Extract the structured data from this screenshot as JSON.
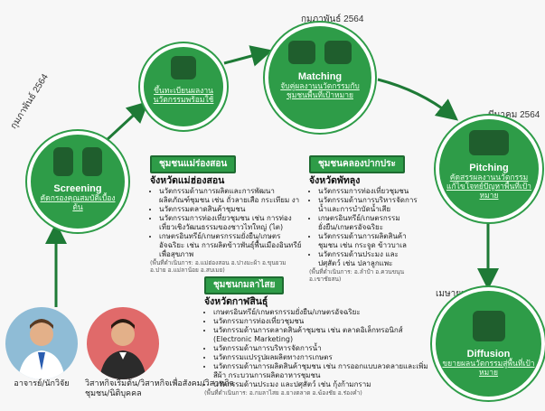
{
  "stages": {
    "matching": {
      "date": "กุมภาพันธ์ 2564",
      "title": "Matching",
      "desc": "จับคู่ผลงานนวัตกรรมกับชุมชนพื้นที่เป้าหมาย"
    },
    "register": {
      "desc": "ขึ้นทะเบียนผลงานนวัตกรรมพร้อมใช้"
    },
    "screening": {
      "date": "กุมภาพันธ์ 2564",
      "title": "Screening",
      "desc": "คัดกรองคุณสมบัติเบื้องต้น"
    },
    "pitching": {
      "date": "มีนาคม 2564",
      "title": "Pitching",
      "desc": "คัดสรรผลงานนวัตกรรมแก้ไขโจทย์ปัญหาพื้นที่เป้าหมาย"
    },
    "diffusion": {
      "date": "เมษายน 2564",
      "title": "Diffusion",
      "desc": "ขยายผลนวัตกรรมสู่พื้นที่เป้าหมาย"
    }
  },
  "community1": {
    "name": "ชุมชนแม่ร่องสอน",
    "province": "จังหวัดแม่ฮ่องสอน",
    "items": [
      "นวัตกรรมด้านการผลิตและการพัฒนาผลิตภัณฑ์ชุมชน เช่น ถั่วลายเสือ กระเทียม งา",
      "นวัตกรรมตลาดสินค้าชุมชน",
      "นวัตกรรมการท่องเที่ยวชุมชน เช่น การท่องเที่ยวเชิงวัฒนธรรมของชาวไทใหญ่ (ไต)",
      "เกษตรอินทรีย์/เกษตรกรรมยั่งยืน/เกษตรอัจฉริยะ เช่น การผลิตข้าวพันธุ์พื้นเมืองอินทรีย์เพื่อสุขภาพ"
    ],
    "note": "(พื้นที่ดำเนินการ: อ.แม่ฮ่องสอน อ.ปางมะผ้า อ.ขุนยวม อ.ปาย อ.แม่ลาน้อย อ.สบเมย)"
  },
  "community2": {
    "name": "ชุมชนคลองปากประ",
    "province": "จังหวัดพัทลุง",
    "items": [
      "นวัตกรรมการท่องเที่ยวชุมชน",
      "นวัตกรรมด้านการบริหารจัดการน้ำและการบำบัดน้ำเสีย",
      "เกษตรอินทรีย์/เกษตรกรรมยั่งยืน/เกษตรอัจฉริยะ",
      "นวัตกรรมด้านการผลิตสินค้าชุมชน เช่น กระจูด ข้าวบาเล",
      "นวัตกรรมด้านประมง และปศุสัตว์ เช่น ปลาลูกแพะ"
    ],
    "note": "(พื้นที่ดำเนินการ: อ.ลำปำ อ.ควนขนุน อ.เขาชัยสน)"
  },
  "community3": {
    "name": "ชุมชนกมลาไสย",
    "province": "จังหวัดกาฬสินธุ์",
    "items": [
      "เกษตรอินทรีย์/เกษตรกรรมยั่งยืน/เกษตรอัจฉริยะ",
      "นวัตกรรมการท่องเที่ยวชุมชน",
      "นวัตกรรมด้านการตลาดสินค้าชุมชน เช่น ตลาดอิเล็กทรอนิกส์ (Electronic Marketing)",
      "นวัตกรรมด้านการบริหารจัดการน้ำ",
      "นวัตกรรมแปรรูปผลผลิตทางการเกษตร",
      "นวัตกรรมด้านการผลิตสินค้าชุมชน เช่น การออกแบบลวดลายและเพิ่มสีผ้า กระบวนการผลิตอาหารชุมชน",
      "นวัตกรรมด้านประมง และปศุสัตว์ เช่น กุ้งก้ามกราม"
    ],
    "note": "(พื้นที่ดำเนินการ: อ.กมลาไสย อ.ยางตลาด อ.ฆ้องชัย อ.ร่องคำ)"
  },
  "people": {
    "researcher": "อาจารย์/นักวิจัย",
    "entrepreneur": "วิสาหกิจเริ่มต้น/วิสาหกิจเพื่อสังคม/วิสาหกิจชุมชน/นิติบุคคล"
  },
  "colors": {
    "green": "#2e9c48",
    "darkgreen": "#1f5e2d",
    "bg": "#f7f7f7"
  }
}
